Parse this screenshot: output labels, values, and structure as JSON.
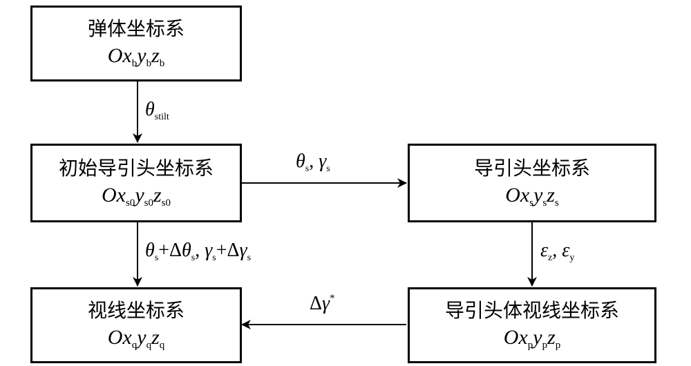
{
  "nodes": {
    "body": {
      "title": "弹体坐标系",
      "origin": "O",
      "x": "x",
      "x_sub": "b",
      "y": "y",
      "y_sub": "b",
      "z": "z",
      "z_sub": "b"
    },
    "initial_seeker": {
      "title": "初始导引头坐标系",
      "origin": "O",
      "x": "x",
      "x_sub": "s0",
      "y": "y",
      "y_sub": "s0",
      "z": "z",
      "z_sub": "s0"
    },
    "seeker": {
      "title": "导引头坐标系",
      "origin": "O",
      "x": "x",
      "x_sub": "s",
      "y": "y",
      "y_sub": "s",
      "z": "z",
      "z_sub": "s"
    },
    "los": {
      "title": "视线坐标系",
      "origin": "O",
      "x": "x",
      "x_sub": "q",
      "y": "y",
      "y_sub": "q",
      "z": "z",
      "z_sub": "q"
    },
    "seeker_los": {
      "title": "导引头体视线坐标系",
      "origin": "O",
      "x": "x",
      "x_sub": "p",
      "y": "y",
      "y_sub": "p",
      "z": "z",
      "z_sub": "p"
    }
  },
  "edges": {
    "body_to_initial": {
      "sym": "θ",
      "sub": "stilt"
    },
    "initial_to_seeker": {
      "a": "θ",
      "a_sub": "s",
      "sep": ", ",
      "b": "γ",
      "b_sub": "s"
    },
    "initial_to_los": {
      "a": "θ",
      "a_sub": "s",
      "plus1": "+Δ",
      "b": "θ",
      "b_sub": "s",
      "sep": ", ",
      "c": "γ",
      "c_sub": "s",
      "plus2": "+Δ",
      "d": "γ",
      "d_sub": "s"
    },
    "seeker_to_seekerlos": {
      "a": "ε",
      "a_sub": "z",
      "sep": ", ",
      "b": "ε",
      "b_sub": "y"
    },
    "seekerlos_to_los": {
      "delta": "Δ",
      "sym": "γ",
      "sup": "*"
    }
  }
}
